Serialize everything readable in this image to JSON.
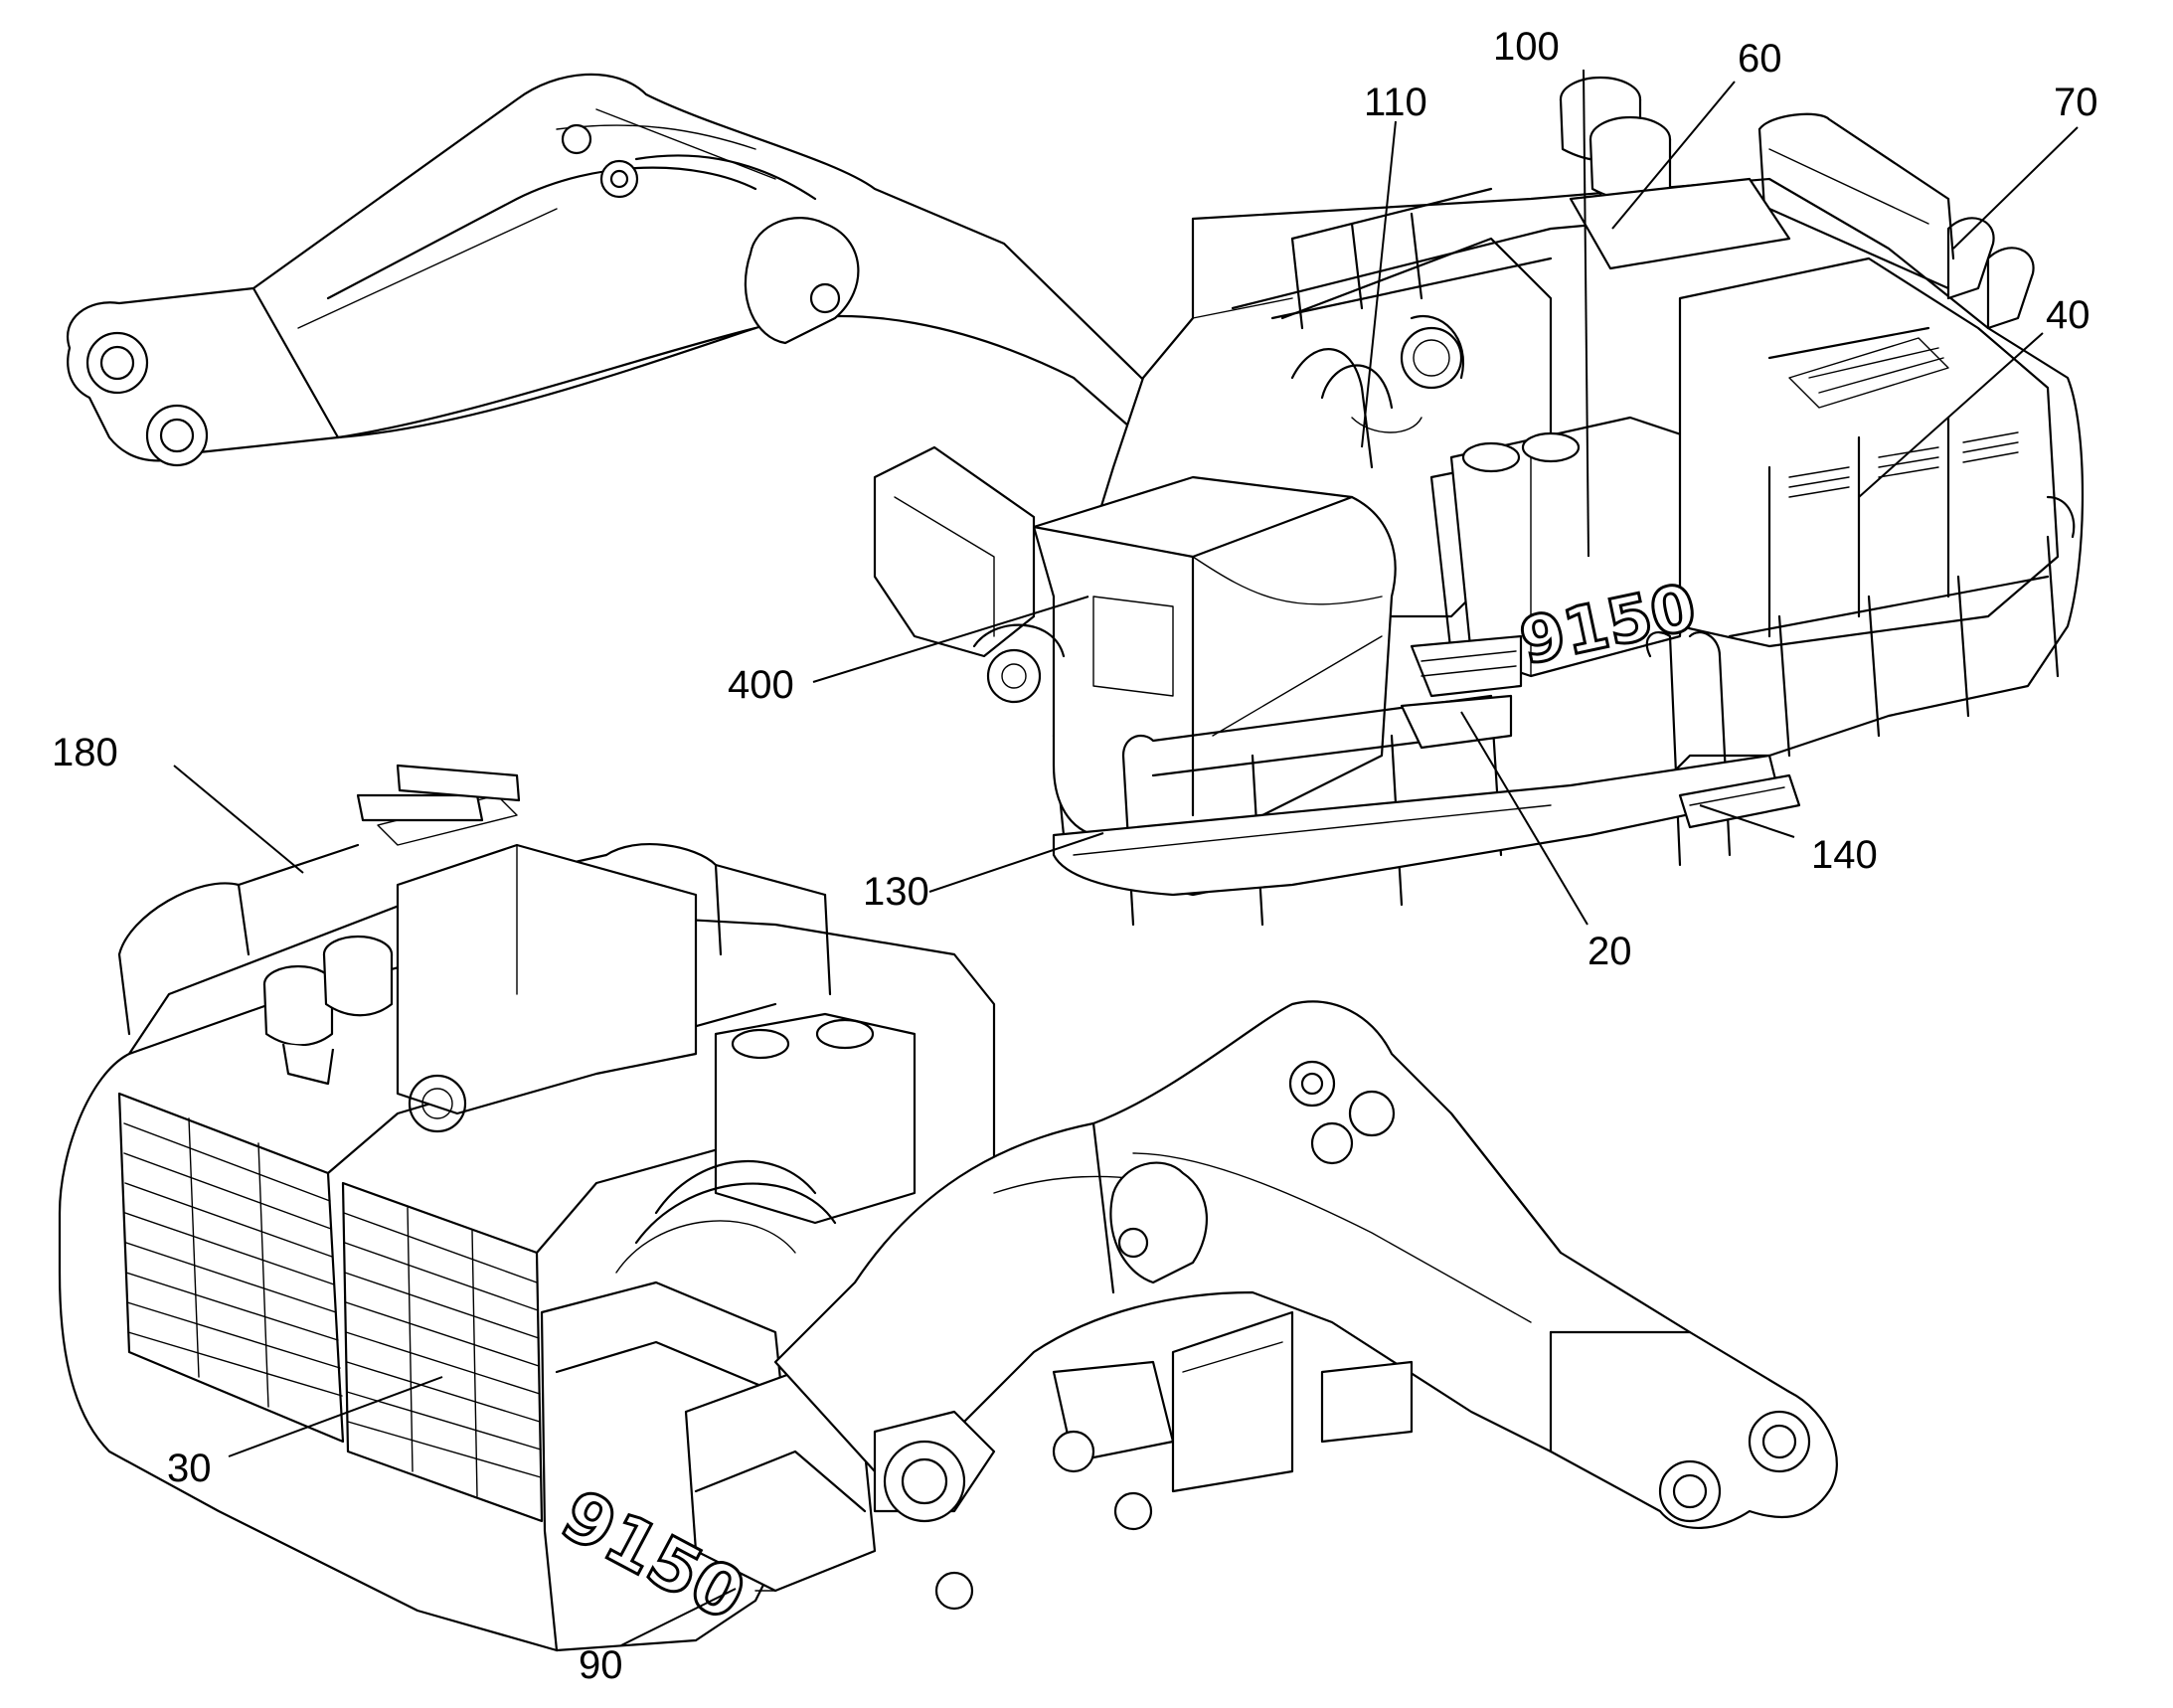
{
  "figure": {
    "model_badge": "9150",
    "callouts": [
      {
        "id": "c100",
        "text": "100"
      },
      {
        "id": "c60",
        "text": "60"
      },
      {
        "id": "c110",
        "text": "110"
      },
      {
        "id": "c70",
        "text": "70"
      },
      {
        "id": "c40",
        "text": "40"
      },
      {
        "id": "c400",
        "text": "400"
      },
      {
        "id": "c180",
        "text": "180"
      },
      {
        "id": "c130",
        "text": "130"
      },
      {
        "id": "c140",
        "text": "140"
      },
      {
        "id": "c20",
        "text": "20"
      },
      {
        "id": "c30",
        "text": "30"
      },
      {
        "id": "c90",
        "text": "90"
      }
    ]
  }
}
